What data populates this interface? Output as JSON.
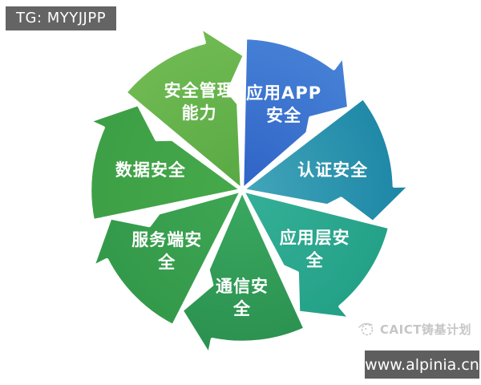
{
  "page": {
    "background": "#ffffff"
  },
  "badge": {
    "label": "TG: MYYJJPP",
    "bg": "#646464",
    "color": "#ffffff"
  },
  "diagram": {
    "type": "cycle-arrows",
    "direction": "clockwise",
    "segment_count": 7,
    "text_color": "#ffffff",
    "segments": [
      {
        "label": "应用APP安全",
        "lines": [
          "应用APP",
          "安全"
        ],
        "color_inner": "#2f63c6",
        "color_outer": "#4681d6"
      },
      {
        "label": "认证安全",
        "lines": [
          "认证安全"
        ],
        "color_inner": "#43a6ba",
        "color_outer": "#1d87a6"
      },
      {
        "label": "应用层安全",
        "lines": [
          "应用层安",
          "全"
        ],
        "color_inner": "#35b098",
        "color_outer": "#23a187"
      },
      {
        "label": "通信安全",
        "lines": [
          "通信安",
          "全"
        ],
        "color_inner": "#3aa960",
        "color_outer": "#2b9150"
      },
      {
        "label": "服务端安全",
        "lines": [
          "服务端安",
          "全"
        ],
        "color_inner": "#3ea653",
        "color_outer": "#33994a"
      },
      {
        "label": "数据安全",
        "lines": [
          "数据安全"
        ],
        "color_inner": "#46a94b",
        "color_outer": "#3d9f45"
      },
      {
        "label": "安全管理能力",
        "lines": [
          "安全管理",
          "能力"
        ],
        "color_inner": "#58a944",
        "color_outer": "#70ba52"
      }
    ]
  },
  "watermark": {
    "label": "CAICT铸基计划",
    "color": "#c6c6c6"
  },
  "url_box": {
    "label": "www.alpinia.cn",
    "bg": "#5e5e5e",
    "color": "#ffffff"
  }
}
